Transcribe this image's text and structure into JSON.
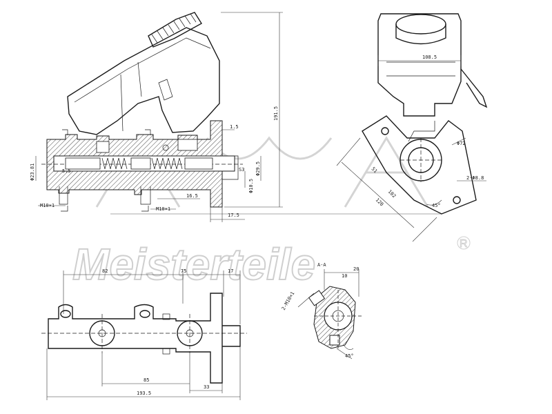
{
  "watermark": {
    "brand": "Meisterteile",
    "registered": "R"
  },
  "views": {
    "side": {
      "dims": {
        "height_total": "191.5",
        "flange_gap": "1.5",
        "bore_left": "Φ23.81",
        "bore_right": "Φ29.5",
        "port_small": "Φ10.5",
        "s_left": "5.5",
        "s_right": "S3",
        "thread_left": "M10×1",
        "thread_right": "M10×1",
        "offset_mid": "16.5",
        "flange_thick": "17.5"
      }
    },
    "end": {
      "dims": {
        "width_top": "108.5",
        "mount_dia": "Φ72",
        "hole_dia": "2-Φ8.8",
        "size_a": "51",
        "size_b": "102",
        "size_c": "120",
        "angle": "45°"
      }
    },
    "top": {
      "dims": {
        "len_a": "82",
        "len_b": "75",
        "len_c": "17",
        "len_d": "85",
        "len_e": "33",
        "len_total": "193.5"
      }
    },
    "section": {
      "title": "A-A",
      "dims": {
        "thread": "2-M10×1",
        "d_a": "10",
        "d_b": "20",
        "angle": "45°"
      }
    }
  }
}
